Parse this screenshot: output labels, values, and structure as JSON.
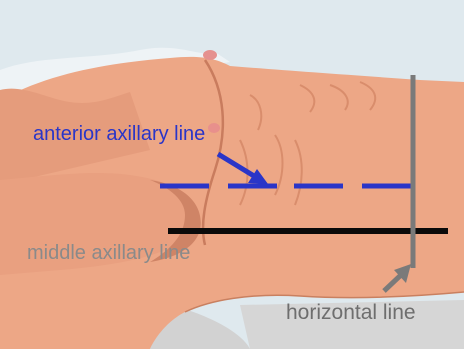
{
  "labels": {
    "anterior": "anterior axillary line",
    "middle": "middle axillary line",
    "horizontal": "horizontal line"
  },
  "colors": {
    "background": "#dfe9ee",
    "bed": "#d8d8d8",
    "skin": "#eda786",
    "skin_shadow": "#cf8466",
    "anterior_line": "#2a35c8",
    "middle_line": "#0a0a0a",
    "horizontal_line": "#7a7a7a",
    "middle_label": "#8a8a8a",
    "horizontal_label": "#6e6e6e"
  },
  "icons": {
    "anterior_pointer": "arrow-icon",
    "horizontal_pointer": "arrow-icon"
  }
}
